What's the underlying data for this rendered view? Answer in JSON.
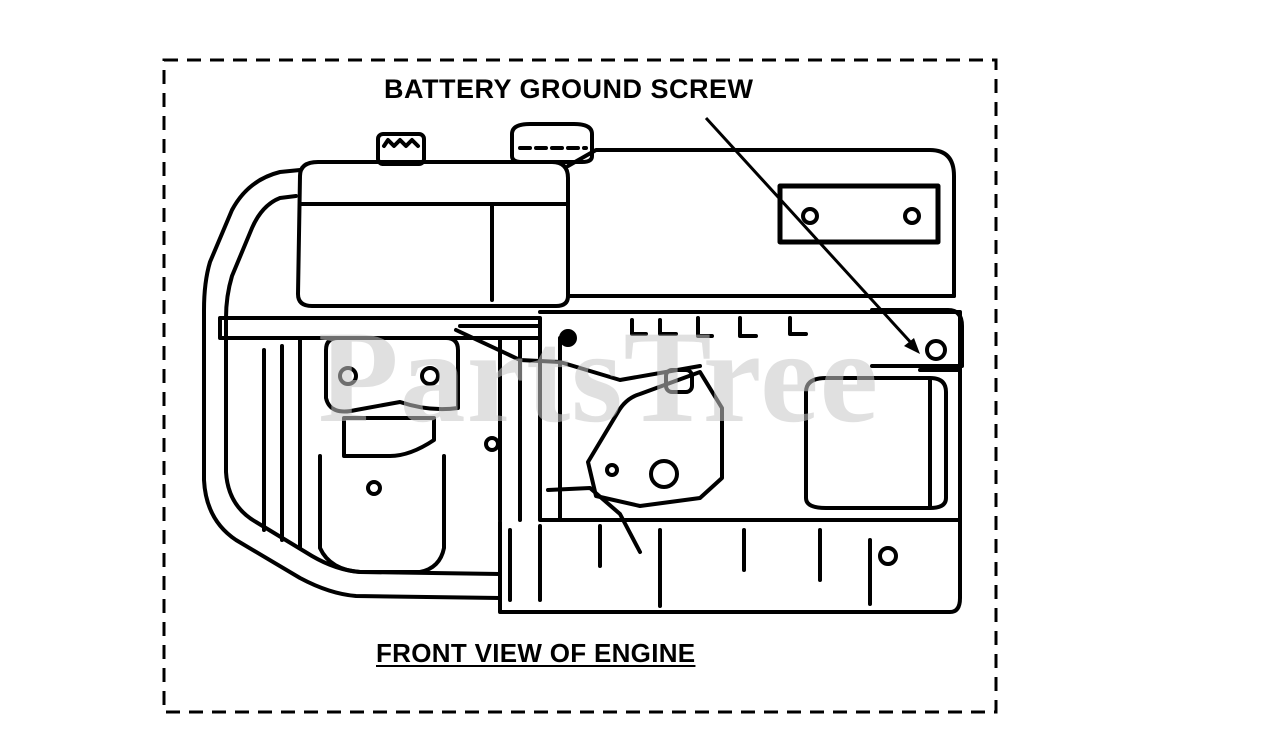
{
  "diagram": {
    "callout_label": "BATTERY GROUND SCREW",
    "caption": "FRONT VIEW OF ENGINE",
    "watermark": "PartsTree",
    "stroke_color": "#000000",
    "background_color": "#ffffff",
    "watermark_color": "#c8c8c8"
  }
}
